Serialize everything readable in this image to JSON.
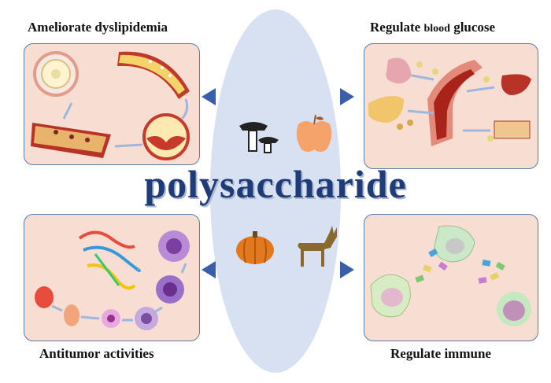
{
  "center_word": "polysaccharide",
  "panels": {
    "top_left": {
      "title": "Ameliorate dyslipidemia"
    },
    "top_right": {
      "title_part1": "Regulate ",
      "title_part2": "blood",
      "title_part3": " glucose"
    },
    "bottom_left": {
      "title": "Antitumor activities"
    },
    "bottom_right": {
      "title": "Regulate immune"
    }
  },
  "icons": [
    "mushroom-icon",
    "apple-icon",
    "pumpkin-icon",
    "deer-icon"
  ],
  "colors": {
    "ellipse": "#d7e1f1",
    "panel_bg": "#f8ded2",
    "panel_border": "#5a7aa8",
    "arrow": "#3b5ea8",
    "title_blue": "#1f3c78"
  }
}
